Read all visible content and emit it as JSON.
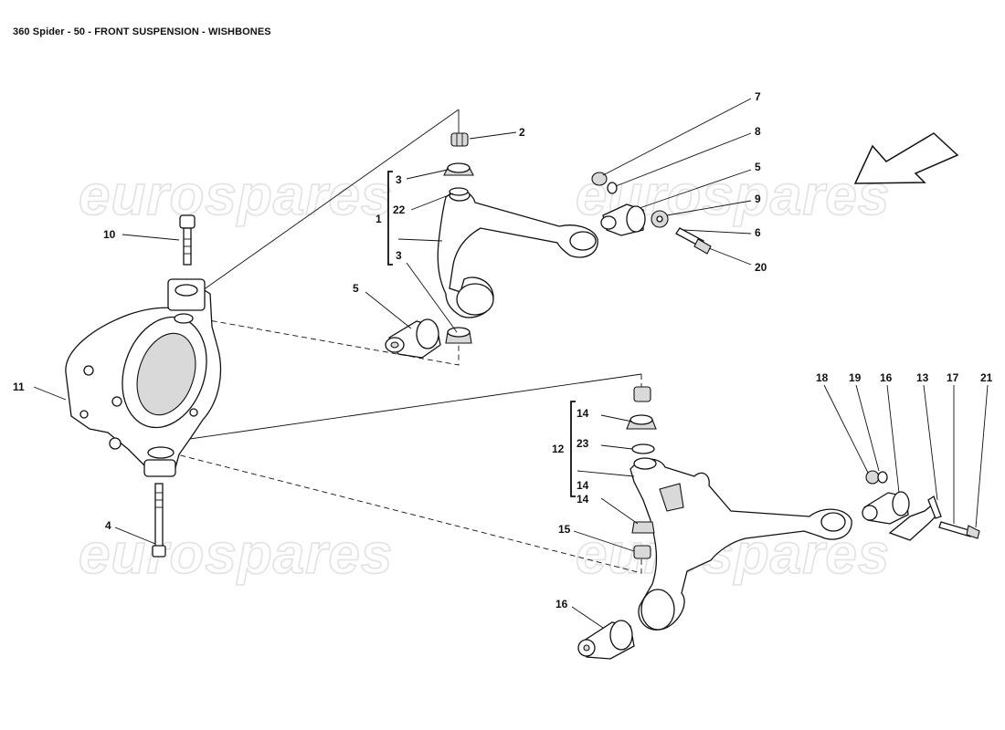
{
  "page": {
    "title": "360 Spider - 50 - FRONT SUSPENSION - WISHBONES"
  },
  "watermark": {
    "text": "eurospares"
  },
  "callouts": {
    "n1": "1",
    "n2": "2",
    "n3a": "3",
    "n3b": "3",
    "n4": "4",
    "n5a": "5",
    "n5b": "5",
    "n6": "6",
    "n7": "7",
    "n8": "8",
    "n9": "9",
    "n10": "10",
    "n11": "11",
    "n12": "12",
    "n13": "13",
    "n14a": "14",
    "n14b": "14",
    "n14c": "14",
    "n15": "15",
    "n16a": "16",
    "n16b": "16",
    "n17": "17",
    "n18": "18",
    "n19": "19",
    "n20": "20",
    "n21": "21",
    "n22": "22",
    "n23": "23"
  },
  "icons": {
    "direction": "front-direction-arrow-icon"
  }
}
